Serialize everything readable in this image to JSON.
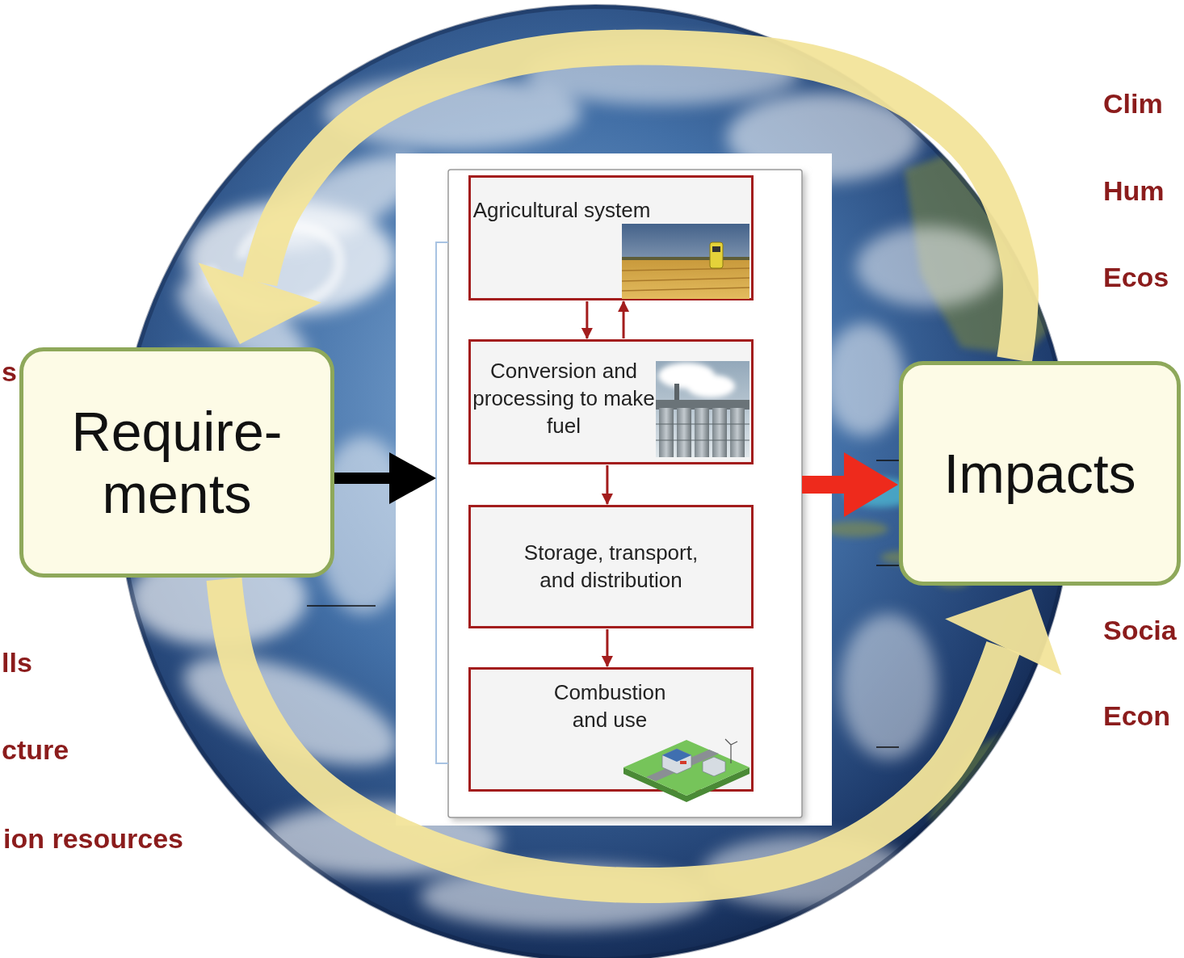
{
  "diagram": {
    "nodes": [
      {
        "text": [
          "Require- ments"
        ]
      },
      {
        "text": [
          "Agricultural system"
        ]
      },
      {
        "text": [
          "Conversion and processing to make fuel"
        ]
      },
      {
        "text": [
          "Storage, transport, and distribution"
        ]
      },
      {
        "text": [
          "Combustion and use"
        ]
      },
      {
        "text": [
          "Impacts"
        ]
      }
    ],
    "edges": [
      {
        "from": 1,
        "to": 2,
        "arrow": "to"
      },
      {
        "from": 2,
        "to": 1,
        "arrow": "to"
      },
      {
        "from": 2,
        "to": 3,
        "arrow": "to"
      },
      {
        "from": 3,
        "to": 4,
        "arrow": "to"
      },
      {
        "from": 5,
        "to": 0,
        "arrow": "to"
      },
      {
        "from": 0,
        "to": 5,
        "arrow": "to"
      }
    ],
    "labels": [
      "s",
      "lls",
      "cture",
      "ion resources",
      "Clim",
      "Hum",
      "Ecos",
      "Socia",
      "Econ"
    ]
  }
}
